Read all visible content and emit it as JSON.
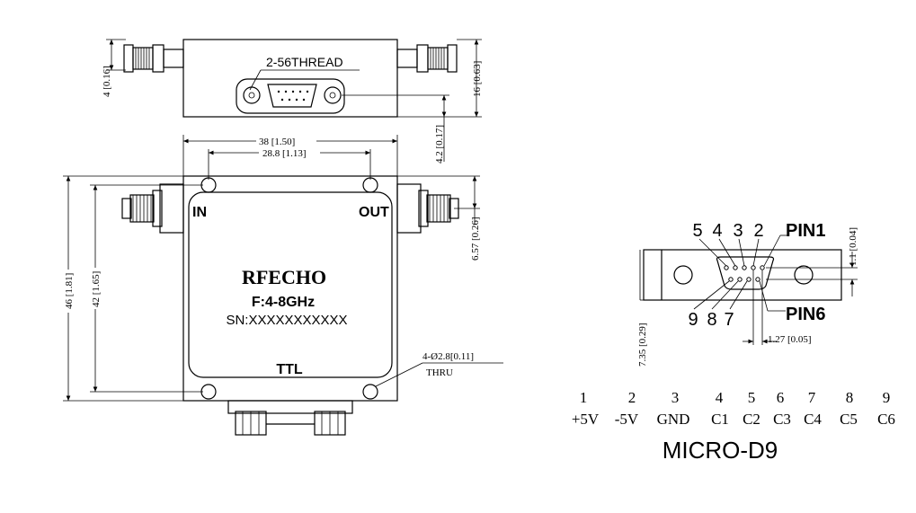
{
  "side_view": {
    "thread_label": "2-56THREAD",
    "dim_left_height": "4 [0.16]",
    "dim_right_height": "16 [0.63]",
    "dim_thread_offset": "4.2 [0.17]"
  },
  "top_view": {
    "dim_overall_width": "38 [1.50]",
    "dim_hole_spacing_x": "28.8 [1.13]",
    "dim_overall_height": "46 [1.81]",
    "dim_hole_spacing_y": "42 [1.65]",
    "dim_connector_offset": "6.57 [0.26]",
    "port_in": "IN",
    "port_out": "OUT",
    "brand": "RFECHO",
    "frequency": "F:4-8GHz",
    "serial": "SN:XXXXXXXXXXX",
    "ttl": "TTL",
    "hole_note_line1": "4-Ø2.8[0.11]",
    "hole_note_line2": "THRU"
  },
  "connector_view": {
    "pins_top": [
      "5",
      "4",
      "3",
      "2"
    ],
    "pin1_label": "PIN1",
    "pins_bottom": [
      "9",
      "8",
      "7"
    ],
    "pin6_label": "PIN6",
    "dim_pin_offset": "1.1 [0.04]",
    "dim_pitch": "1.27 [0.05]",
    "dim_height": "7.35 [0.29]"
  },
  "pinout": {
    "numbers": [
      "1",
      "2",
      "3",
      "4",
      "5",
      "6",
      "7",
      "8",
      "9"
    ],
    "signals": [
      "+5V",
      "-5V",
      "GND",
      "C1",
      "C2",
      "C3",
      "C4",
      "C5",
      "C6"
    ],
    "title": "MICRO-D9"
  }
}
